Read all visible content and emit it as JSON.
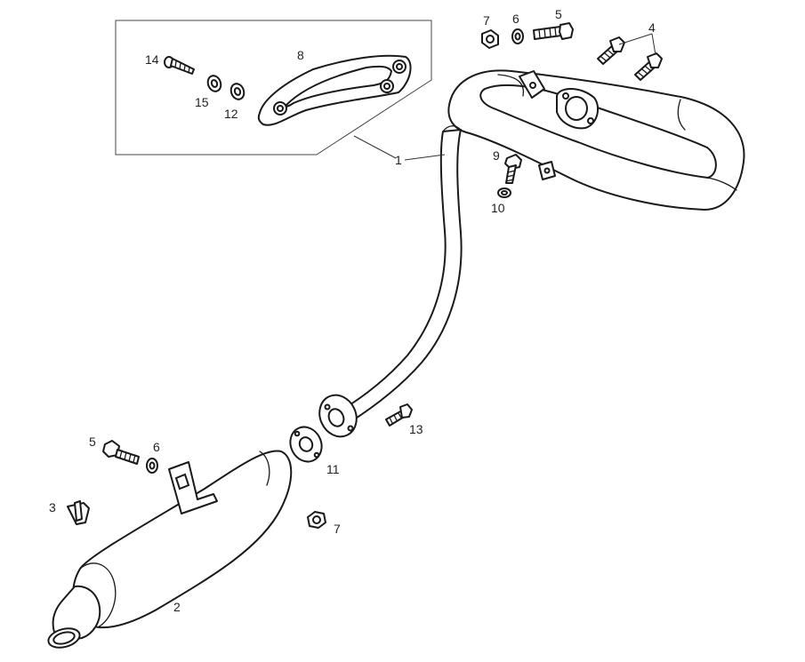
{
  "diagram": {
    "callouts": {
      "c1": "1",
      "c2": "2",
      "c3": "3",
      "c4": "4",
      "c5_top": "5",
      "c5_left": "5",
      "c6_top": "6",
      "c6_left": "6",
      "c7_top": "7",
      "c7_bottom": "7",
      "c8": "8",
      "c9": "9",
      "c10": "10",
      "c11": "11",
      "c12": "12",
      "c13": "13",
      "c14": "14",
      "c15": "15"
    }
  }
}
